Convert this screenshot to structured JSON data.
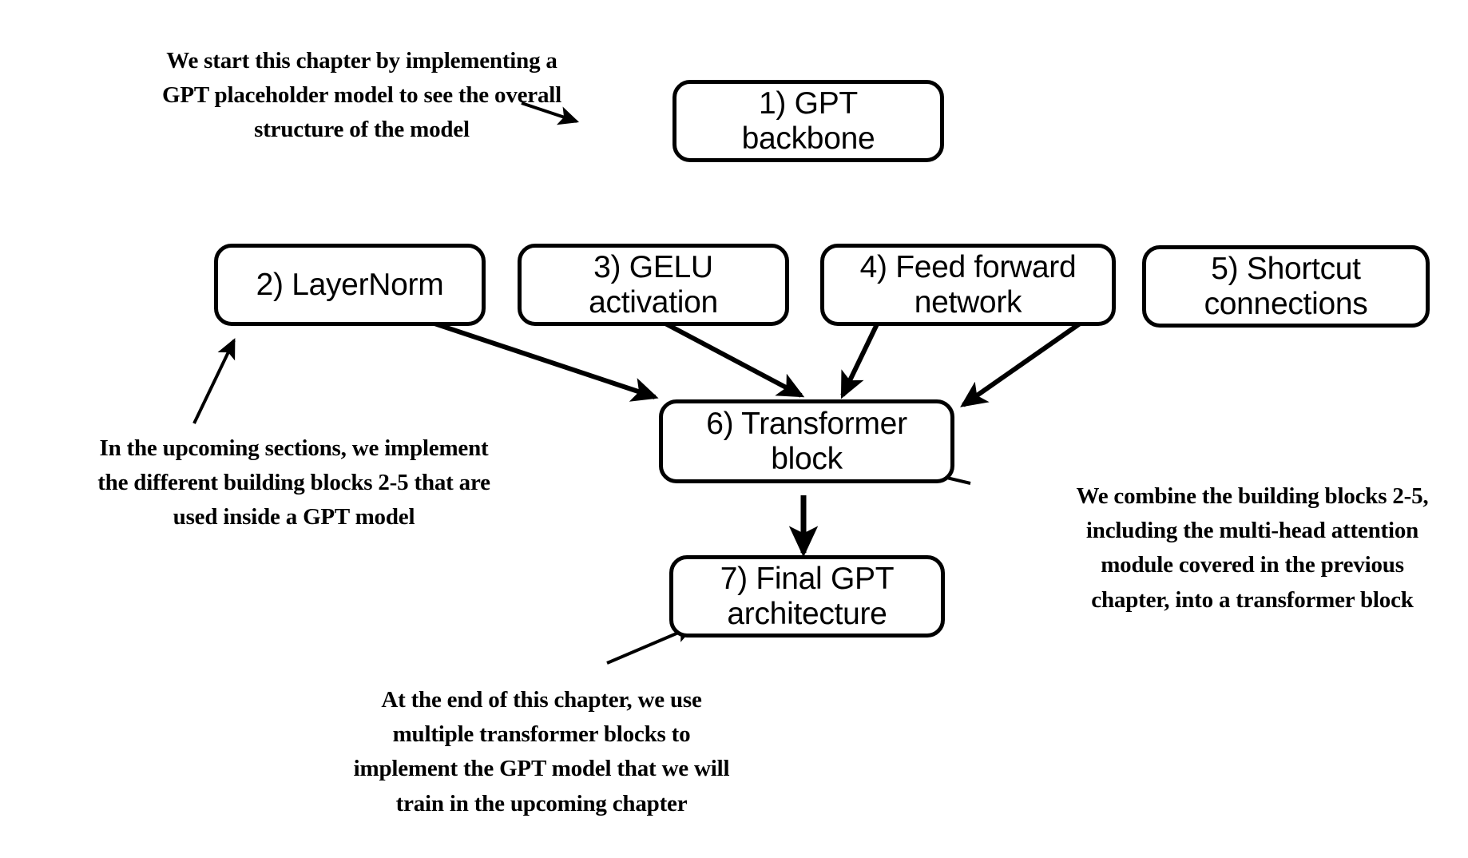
{
  "diagram": {
    "title": "Chapter overview: implementing a GPT model from scratch",
    "background_color": "#ffffff",
    "stroke_color": "#000000",
    "nodes": [
      {
        "id": "gpt-backbone",
        "label": "1) GPT\nbackbone"
      },
      {
        "id": "layernorm",
        "label": "2) LayerNorm"
      },
      {
        "id": "gelu-activation",
        "label": "3) GELU\nactivation"
      },
      {
        "id": "feed-forward",
        "label": "4) Feed forward\nnetwork"
      },
      {
        "id": "shortcut",
        "label": "5) Shortcut\nconnections"
      },
      {
        "id": "transformer-block",
        "label": "6) Transformer\nblock"
      },
      {
        "id": "final-gpt",
        "label": "7) Final GPT\narchitecture"
      }
    ],
    "annotations": [
      {
        "id": "intro-note",
        "text": "We start this chapter by implementing a\nGPT placeholder model to see the overall\nstructure of the model"
      },
      {
        "id": "building-blocks-note",
        "text": "In the upcoming sections, we implement\nthe different building blocks 2-5 that are\nused inside a GPT model"
      },
      {
        "id": "transformer-note",
        "text": "We combine the building blocks 2-5,\nincluding the multi-head attention\nmodule covered in the previous\nchapter, into a transformer block"
      },
      {
        "id": "final-note",
        "text": "At the end of this chapter, we use\nmultiple transformer blocks to\nimplement the GPT model that we will\ntrain in the upcoming chapter"
      }
    ],
    "edges": [
      {
        "id": "intro-to-gpt-backbone",
        "from": "intro-note",
        "to": "gpt-backbone"
      },
      {
        "id": "layernorm-to-transformer",
        "from": "layernorm",
        "to": "transformer-block"
      },
      {
        "id": "gelu-to-transformer",
        "from": "gelu-activation",
        "to": "transformer-block"
      },
      {
        "id": "feedforward-to-transformer",
        "from": "feed-forward",
        "to": "transformer-block"
      },
      {
        "id": "shortcut-to-transformer",
        "from": "shortcut",
        "to": "transformer-block"
      },
      {
        "id": "transformer-to-final",
        "from": "transformer-block",
        "to": "final-gpt"
      },
      {
        "id": "blocks-note-to-layernorm",
        "from": "building-blocks-note",
        "to": "layernorm"
      },
      {
        "id": "transformer-note-to-block",
        "from": "transformer-note",
        "to": "transformer-block"
      },
      {
        "id": "final-note-to-final-gpt",
        "from": "final-note",
        "to": "final-gpt"
      }
    ]
  }
}
